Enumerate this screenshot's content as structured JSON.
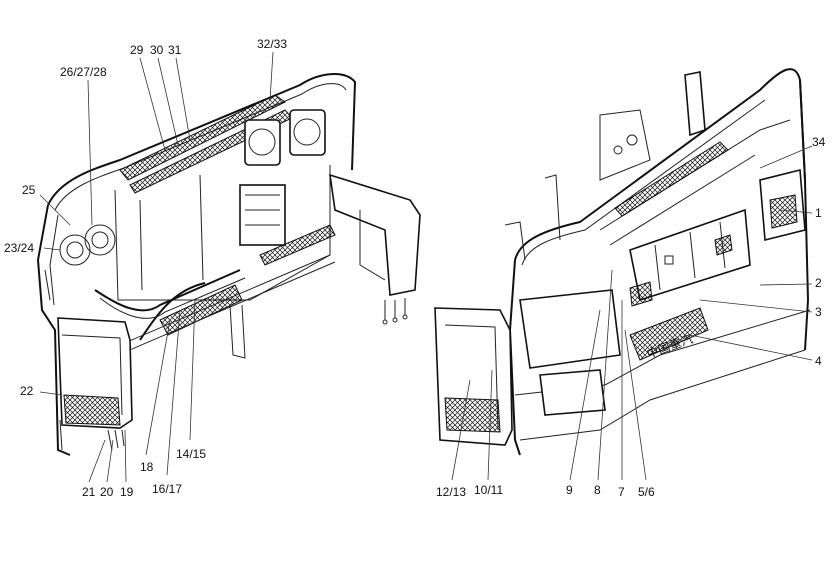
{
  "labels": {
    "l1": "1",
    "l2": "2",
    "l3": "3",
    "l4": "4",
    "l5_6": "5/6",
    "l7": "7",
    "l8": "8",
    "l9": "9",
    "l10_11": "10/11",
    "l12_13": "12/13",
    "l14_15": "14/15",
    "l16_17": "16/17",
    "l18": "18",
    "l19": "19",
    "l20": "20",
    "l21": "21",
    "l22": "22",
    "l23_24": "23/24",
    "l25": "25",
    "l26_27_28": "26/27/28",
    "l29": "29",
    "l30": "30",
    "l31": "31",
    "l32_33": "32/33",
    "l34": "34"
  },
  "plate_text": "中国重汽"
}
